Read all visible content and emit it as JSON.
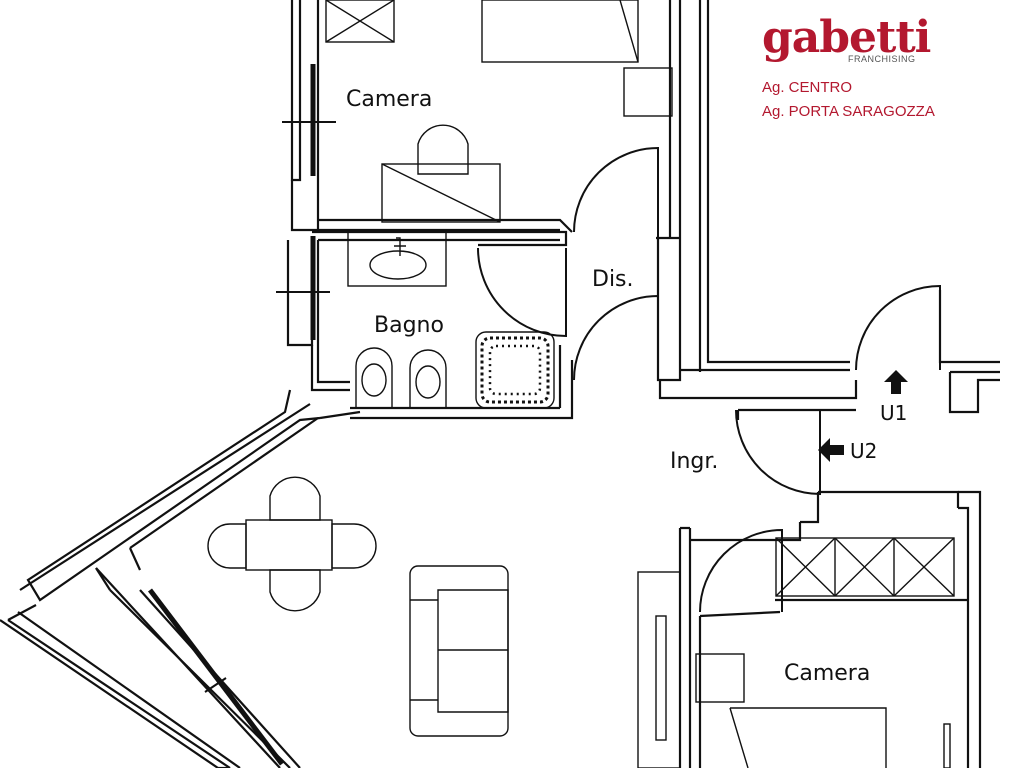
{
  "rooms": {
    "camera_top": "Camera",
    "bagno": "Bagno",
    "dis": "Dis.",
    "ingr": "Ingr.",
    "camera_bottom": "Camera"
  },
  "exits": {
    "u1": "U1",
    "u2": "U2"
  },
  "logo": {
    "brand": "gabetti",
    "sub": "FRANCHISING",
    "agency_1": "Ag. CENTRO",
    "agency_2": "Ag. PORTA SARAGOZZA",
    "color": "#b3182f"
  }
}
